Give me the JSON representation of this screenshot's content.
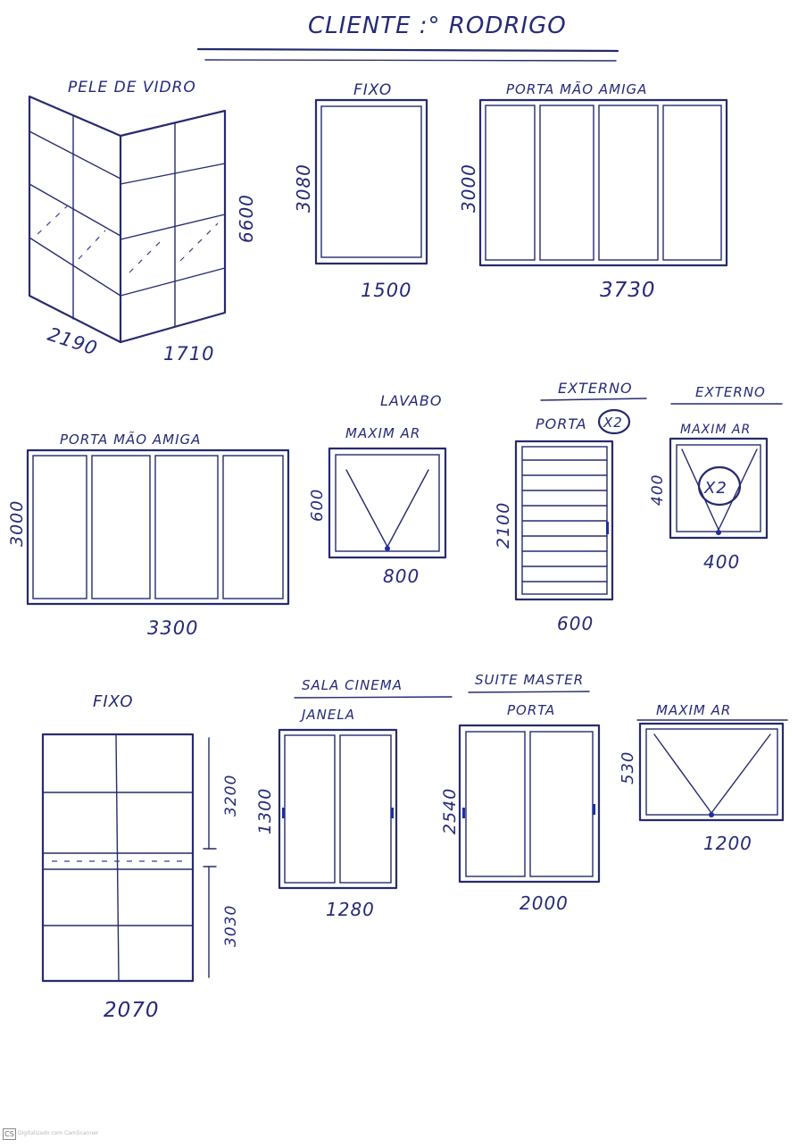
{
  "header": {
    "title": "CLIENTE :° RODRIGO"
  },
  "items": {
    "pele": {
      "title": "PELE DE VIDRO",
      "dim_height": "6600",
      "dim_left_width": "2190",
      "dim_right_width": "1710"
    },
    "fixo_top": {
      "title": "FIXO",
      "dim_height": "3080",
      "dim_width": "1500"
    },
    "porta_amiga_top": {
      "title": "PORTA MÃO AMIGA",
      "dim_height": "3000",
      "dim_width": "3730"
    },
    "porta_amiga_mid": {
      "title": "PORTA MÃO AMIGA",
      "dim_height": "3000",
      "dim_width": "3300"
    },
    "lavabo": {
      "room": "LAVABO",
      "type": "MAXIM AR",
      "dim_height": "600",
      "dim_width": "800"
    },
    "externo_porta": {
      "room": "EXTERNO",
      "type": "PORTA",
      "qty": "X2",
      "dim_height": "2100",
      "dim_width": "600"
    },
    "externo_maxim": {
      "room": "EXTERNO",
      "type": "MAXIM AR",
      "qty": "X2",
      "dim_height": "400",
      "dim_width": "400"
    },
    "fixo_bottom": {
      "title": "FIXO",
      "dim_upper": "3200",
      "dim_lower": "3030",
      "dim_width": "2070"
    },
    "sala_cinema": {
      "room": "SALA CINEMA",
      "type": "JANELA",
      "dim_height": "1300",
      "dim_width": "1280"
    },
    "suite_master": {
      "room": "SUITE MASTER",
      "type": "PORTA",
      "dim_height": "2540",
      "dim_width": "2000"
    },
    "maxim_bottom": {
      "type": "MAXIM AR",
      "dim_height": "530",
      "dim_width": "1200"
    }
  },
  "footer": {
    "badge": "CS",
    "scanner_text": "Digitalizado com CamScanner"
  }
}
